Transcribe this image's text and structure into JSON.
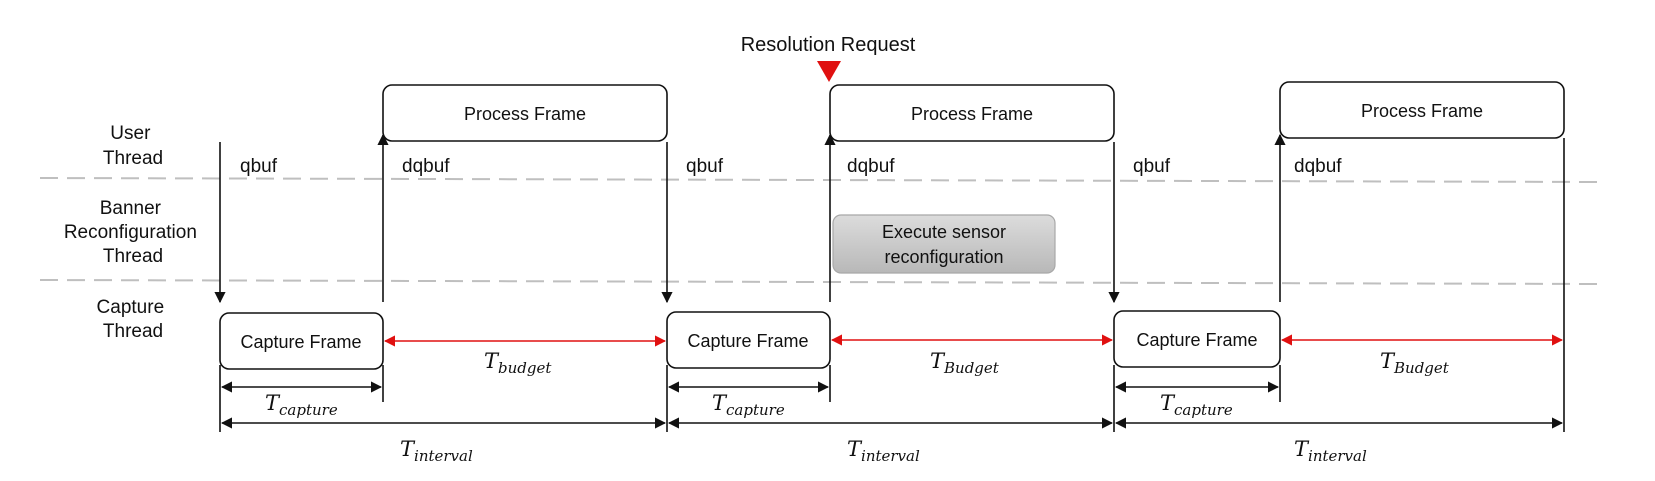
{
  "lanes": {
    "user": [
      "User",
      "Thread"
    ],
    "banner": [
      "Banner",
      "Reconfiguration",
      "Thread"
    ],
    "capture": [
      "Capture",
      "Thread"
    ]
  },
  "header": {
    "request_label": "Resolution Request"
  },
  "boxes": {
    "process_frame": "Process Frame",
    "capture_frame": "Capture Frame",
    "sensor_reconfig": [
      "Execute sensor",
      "reconfiguration"
    ]
  },
  "buffers": {
    "qbuf": "qbuf",
    "dqbuf": "dqbuf"
  },
  "timings": {
    "symbol": "T",
    "capture": "capture",
    "budget_first": "budget",
    "budget": "Budget",
    "interval": "interval"
  },
  "colors": {
    "budget_arrow": "#e01010",
    "request_marker": "#e01010",
    "reconfig_box": "#c8c8c8",
    "divider": "#bfbfbf"
  }
}
